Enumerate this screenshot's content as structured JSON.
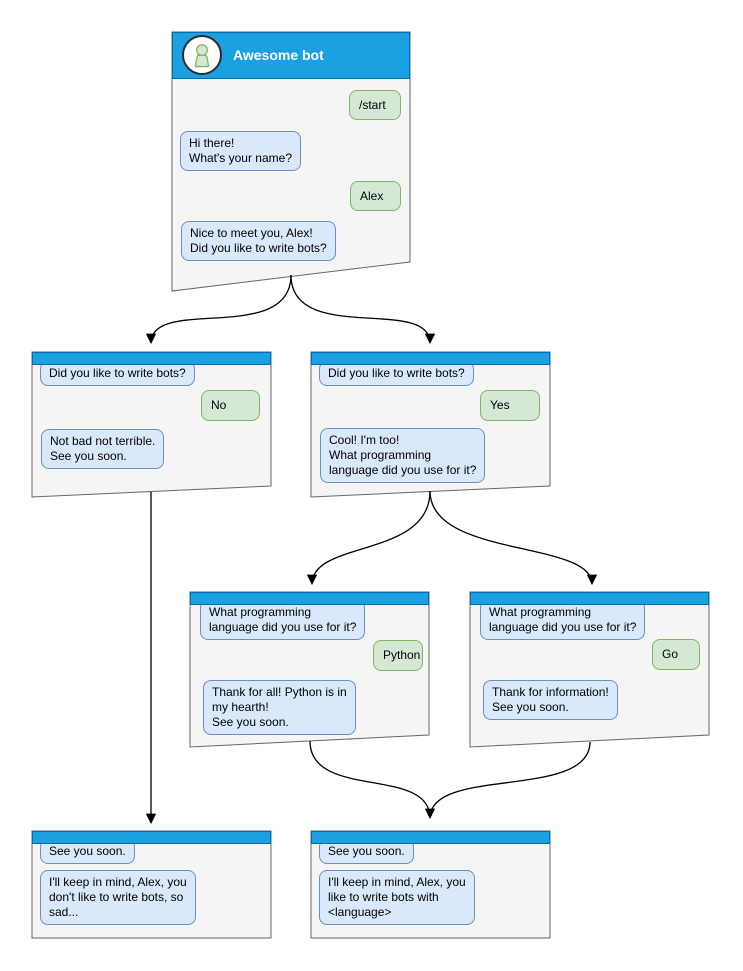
{
  "colors": {
    "accent_blue": "#1BA1E2",
    "accent_blue_border": "#006EAF",
    "bot_bubble_fill": "#DAE8FC",
    "bot_bubble_border": "#6C8EBF",
    "user_bubble_fill": "#D5E8D4",
    "user_bubble_border": "#82B366",
    "node_fill": "#F5F5F5",
    "node_border": "#666666",
    "arrow_color": "#000000"
  },
  "nodes": [
    {
      "id": "awesome-bot-start",
      "title": "Awesome bot",
      "avatar_icon": "person-icon",
      "messages": [
        {
          "from": "user",
          "text": "/start"
        },
        {
          "from": "bot",
          "text": "Hi there!\nWhat's your name?"
        },
        {
          "from": "user",
          "text": "Alex"
        },
        {
          "from": "bot",
          "text": "Nice to meet you, Alex!\nDid you like to write bots?"
        }
      ]
    },
    {
      "id": "answer-no",
      "messages": [
        {
          "from": "bot",
          "text": "Did you like to write bots?"
        },
        {
          "from": "user",
          "text": "No"
        },
        {
          "from": "bot",
          "text": "Not bad not terrible.\nSee you soon."
        }
      ]
    },
    {
      "id": "answer-yes",
      "messages": [
        {
          "from": "bot",
          "text": "Did you like to write bots?"
        },
        {
          "from": "user",
          "text": "Yes"
        },
        {
          "from": "bot",
          "text": "Cool! I'm too!\nWhat programming\nlanguage did you use for it?"
        }
      ]
    },
    {
      "id": "language-python",
      "messages": [
        {
          "from": "bot",
          "text": "What programming\nlanguage did you use for it?"
        },
        {
          "from": "user",
          "text": "Python"
        },
        {
          "from": "bot",
          "text": "Thank for all! Python is in\nmy hearth!\nSee you soon."
        }
      ]
    },
    {
      "id": "language-go",
      "messages": [
        {
          "from": "bot",
          "text": "What programming\nlanguage did you use for it?"
        },
        {
          "from": "user",
          "text": "Go"
        },
        {
          "from": "bot",
          "text": "Thank for information!\nSee you soon."
        }
      ]
    },
    {
      "id": "end-dont-like-bots",
      "messages": [
        {
          "from": "bot",
          "text": "See you soon."
        },
        {
          "from": "bot",
          "text": "I'll keep in mind, Alex, you\ndon't like to write bots, so\nsad..."
        }
      ]
    },
    {
      "id": "end-like-bots",
      "messages": [
        {
          "from": "bot",
          "text": "See you soon."
        },
        {
          "from": "bot",
          "text": "I'll keep in mind, Alex, you\nlike to write bots with\n<language>"
        }
      ]
    }
  ]
}
